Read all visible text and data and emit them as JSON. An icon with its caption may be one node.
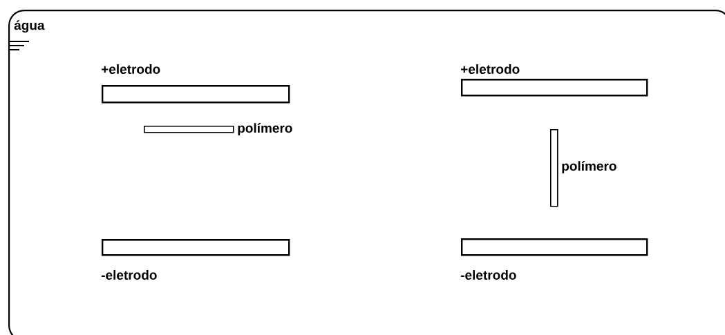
{
  "diagram": {
    "nodes": [
      {
        "text": [
          "água"
        ]
      },
      {
        "text": [],
        "shape": "bar",
        "beside": [
          "+eletrodo"
        ],
        "in": 0
      },
      {
        "text": [],
        "shape": "bar",
        "beside": [
          "polímero"
        ],
        "in": 0
      },
      {
        "text": [],
        "shape": "bar",
        "beside": [
          "-eletrodo"
        ],
        "in": 0
      },
      {
        "text": [],
        "shape": "bar",
        "beside": [
          "+eletrodo"
        ],
        "in": 0
      },
      {
        "text": [],
        "shape": "bar",
        "beside": [
          "polímero"
        ],
        "in": 0
      },
      {
        "text": [],
        "shape": "bar",
        "beside": [
          "-eletrodo"
        ],
        "in": 0
      }
    ]
  }
}
